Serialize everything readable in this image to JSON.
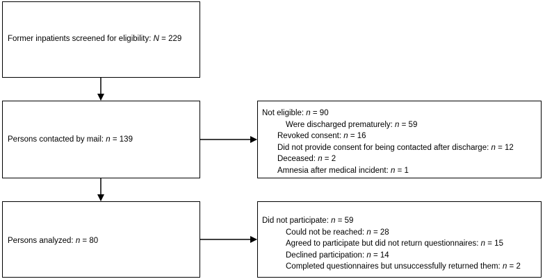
{
  "boxes": {
    "screened": {
      "text": "Former inpatients screened for eligibility: ",
      "var": "N",
      "value": " = 229"
    },
    "contacted": {
      "text": "Persons contacted by mail: ",
      "var": "n",
      "value": " = 139"
    },
    "analyzed": {
      "text": "Persons analyzed: ",
      "var": "n",
      "value": " = 80"
    }
  },
  "not_eligible": {
    "header": {
      "text": "Not eligible: ",
      "var": "n",
      "value": " = 90"
    },
    "items": [
      {
        "text": "Were discharged prematurely: ",
        "var": "n",
        "value": " = 59"
      },
      {
        "text": "Revoked consent: ",
        "var": "n",
        "value": " = 16"
      },
      {
        "text": "Did not provide consent for being contacted after discharge: ",
        "var": "n",
        "value": " = 12"
      },
      {
        "text": "Deceased: ",
        "var": "n",
        "value": " = 2"
      },
      {
        "text": "Amnesia after medical incident: ",
        "var": "n",
        "value": " = 1"
      }
    ]
  },
  "did_not_participate": {
    "header": {
      "text": "Did not participate: ",
      "var": "n",
      "value": " = 59"
    },
    "items": [
      {
        "text": "Could not be reached: ",
        "var": "n",
        "value": " = 28"
      },
      {
        "text": "Agreed to participate but did not return questionnaires: ",
        "var": "n",
        "value": " = 15"
      },
      {
        "text": "Declined participation: ",
        "var": "n",
        "value": " = 14"
      },
      {
        "text": "Completed questionnaires but unsuccessfully returned them: ",
        "var": "n",
        "value": " = 2"
      }
    ]
  }
}
